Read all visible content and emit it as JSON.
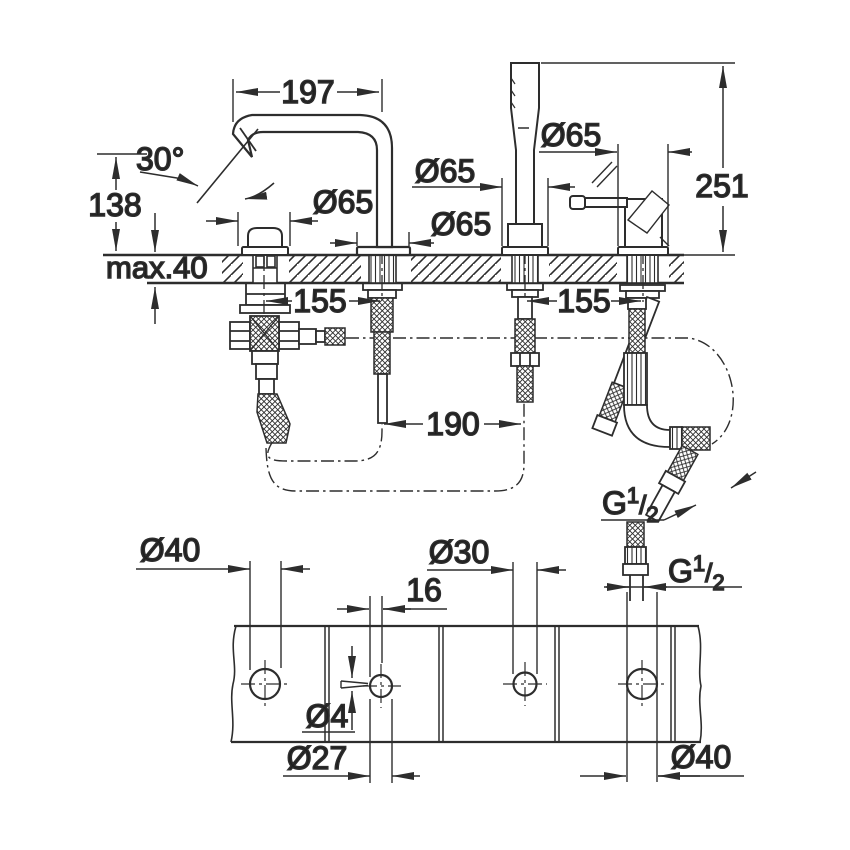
{
  "colors": {
    "line": "#2d2d2d",
    "background": "#ffffff"
  },
  "top_view": {
    "spout_projection": "197",
    "spout_angle": "30°",
    "spout_height": "138",
    "deck_thickness": "max.40",
    "escutcheon1_dia": "Ø65",
    "escutcheon2_dia": "Ø65",
    "escutcheon3_dia": "Ø65",
    "escutcheon4_dia": "Ø65",
    "overall_height": "251",
    "hole_spacing_left": "155",
    "hole_spacing_right": "155",
    "spout_to_shower_spacing": "190",
    "hose_thread": {
      "g": "G",
      "num": "1",
      "slash": "/",
      "den": "2"
    }
  },
  "bottom_view": {
    "hole1_dia": "Ø40",
    "hole2_dia": "Ø27",
    "pin_hole_dia": "Ø4",
    "pin_hole_offset": "16",
    "hole3_dia": "Ø30",
    "hole4_dia": "Ø40",
    "hose_thread": {
      "g": "G",
      "num": "1",
      "slash": "/",
      "den": "2"
    }
  }
}
